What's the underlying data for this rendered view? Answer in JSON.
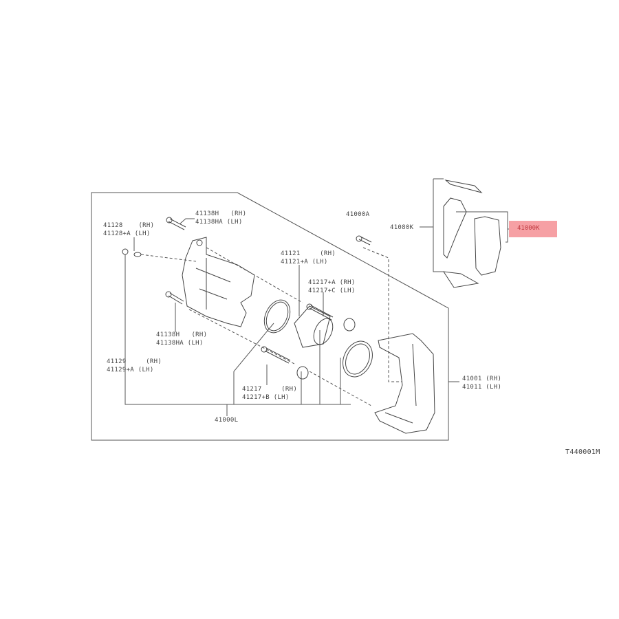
{
  "labels": {
    "p41128": [
      "41128    (RH)",
      "41128+A (LH)"
    ],
    "p41138_top": [
      "41138H   (RH)",
      "41138HA (LH)"
    ],
    "p41000A": "41000A",
    "p41121": [
      "41121     (RH)",
      "41121+A (LH)"
    ],
    "p41217A": [
      "41217+A (RH)",
      "41217+C (LH)"
    ],
    "p41138_low": [
      "41138H   (RH)",
      "41138HA (LH)"
    ],
    "p41129": [
      "41129     (RH)",
      "41129+A (LH)"
    ],
    "p41217": [
      "41217     (RH)",
      "41217+B (LH)"
    ],
    "p41000L": "41000L",
    "p41001": [
      "41001 (RH)",
      "41011 (LH)"
    ],
    "p41080K": "41080K",
    "p41000K": "41000K"
  },
  "diagram_code": "T440001M",
  "highlight_color": "#f6a0a4"
}
